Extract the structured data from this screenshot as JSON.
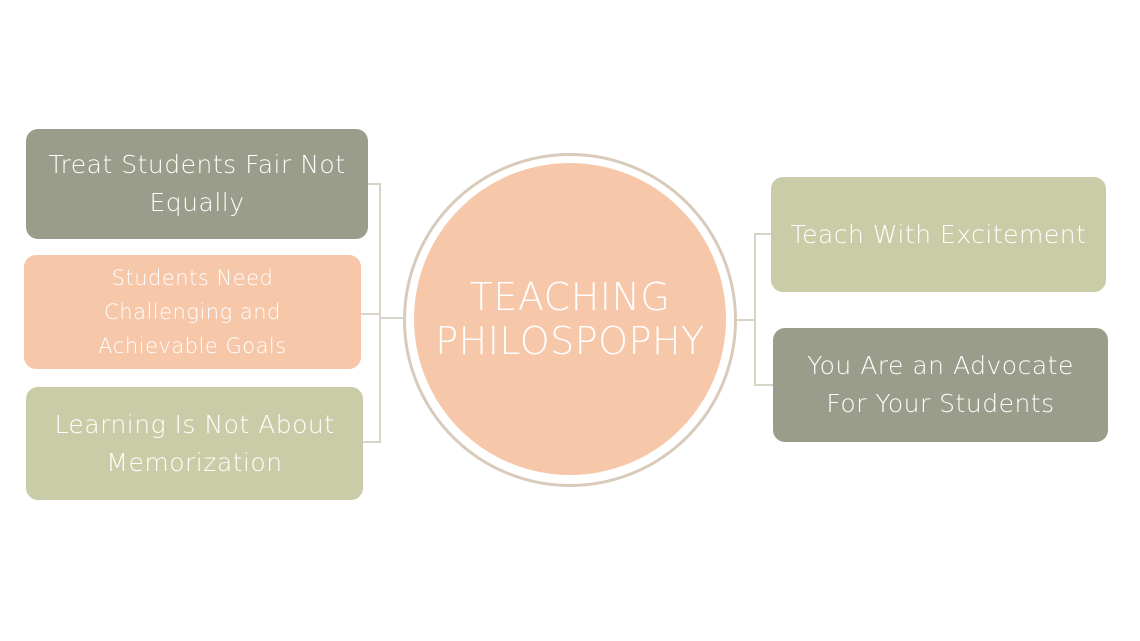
{
  "colors": {
    "sage_dark": "#999d8a",
    "sage_light": "#cacca8",
    "peach": "#f7c7aa",
    "connector": "#d8d4c6",
    "ring": "#d9cbbc"
  },
  "center": {
    "line1": "TEACHING",
    "line2": "PHILOSPOPHY",
    "color": "#f7c7aa"
  },
  "nodes": [
    {
      "text": "Treat Students Fair Not Equally",
      "color": "#999d8a"
    },
    {
      "text": "Students Need Challenging and Achievable Goals",
      "color": "#f7c7aa"
    },
    {
      "text": "Learning Is Not About Memorization",
      "color": "#cacca8"
    },
    {
      "text": "Teach With Excitement",
      "color": "#cacca8"
    },
    {
      "text": "You Are an Advocate For Your Students",
      "color": "#999d8a"
    }
  ]
}
